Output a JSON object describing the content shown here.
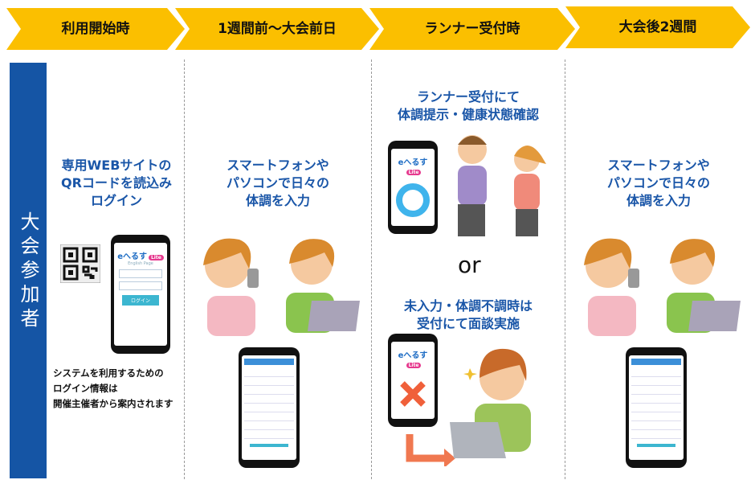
{
  "phases": [
    {
      "label": "利用開始時"
    },
    {
      "label": "1週間前～大会前日"
    },
    {
      "label": "ランナー受付時"
    },
    {
      "label": "大会後2週間"
    }
  ],
  "sidebar_label": "大会参加者",
  "col1": {
    "heading": "専用WEBサイトの\nQRコードを読込み\nログイン",
    "note": "システムを利用するための\nログイン情報は\n開催主催者から案内されます",
    "app": {
      "logo": "eへるす",
      "badge": "Lite",
      "subtitle": "English Page",
      "login_button": "ログイン"
    }
  },
  "col2": {
    "heading": "スマートフォンや\nパソコンで日々の\n体調を入力"
  },
  "col3": {
    "heading_top": "ランナー受付にて\n体調提示・健康状態確認",
    "or": "or",
    "heading_bottom": "未入力・体調不調時は\n受付にて面談実施",
    "app": {
      "logo": "eへるす",
      "badge": "Lite"
    }
  },
  "col4": {
    "heading": "スマートフォンや\nパソコンで日々の\n体調を入力"
  },
  "colors": {
    "chevron": "#fbbf00",
    "sidebar": "#1555a5",
    "heading": "#1a56a8",
    "ok_ring": "#3fb4ec",
    "ng_cross": "#f0603a",
    "arrow": "#f07850"
  }
}
